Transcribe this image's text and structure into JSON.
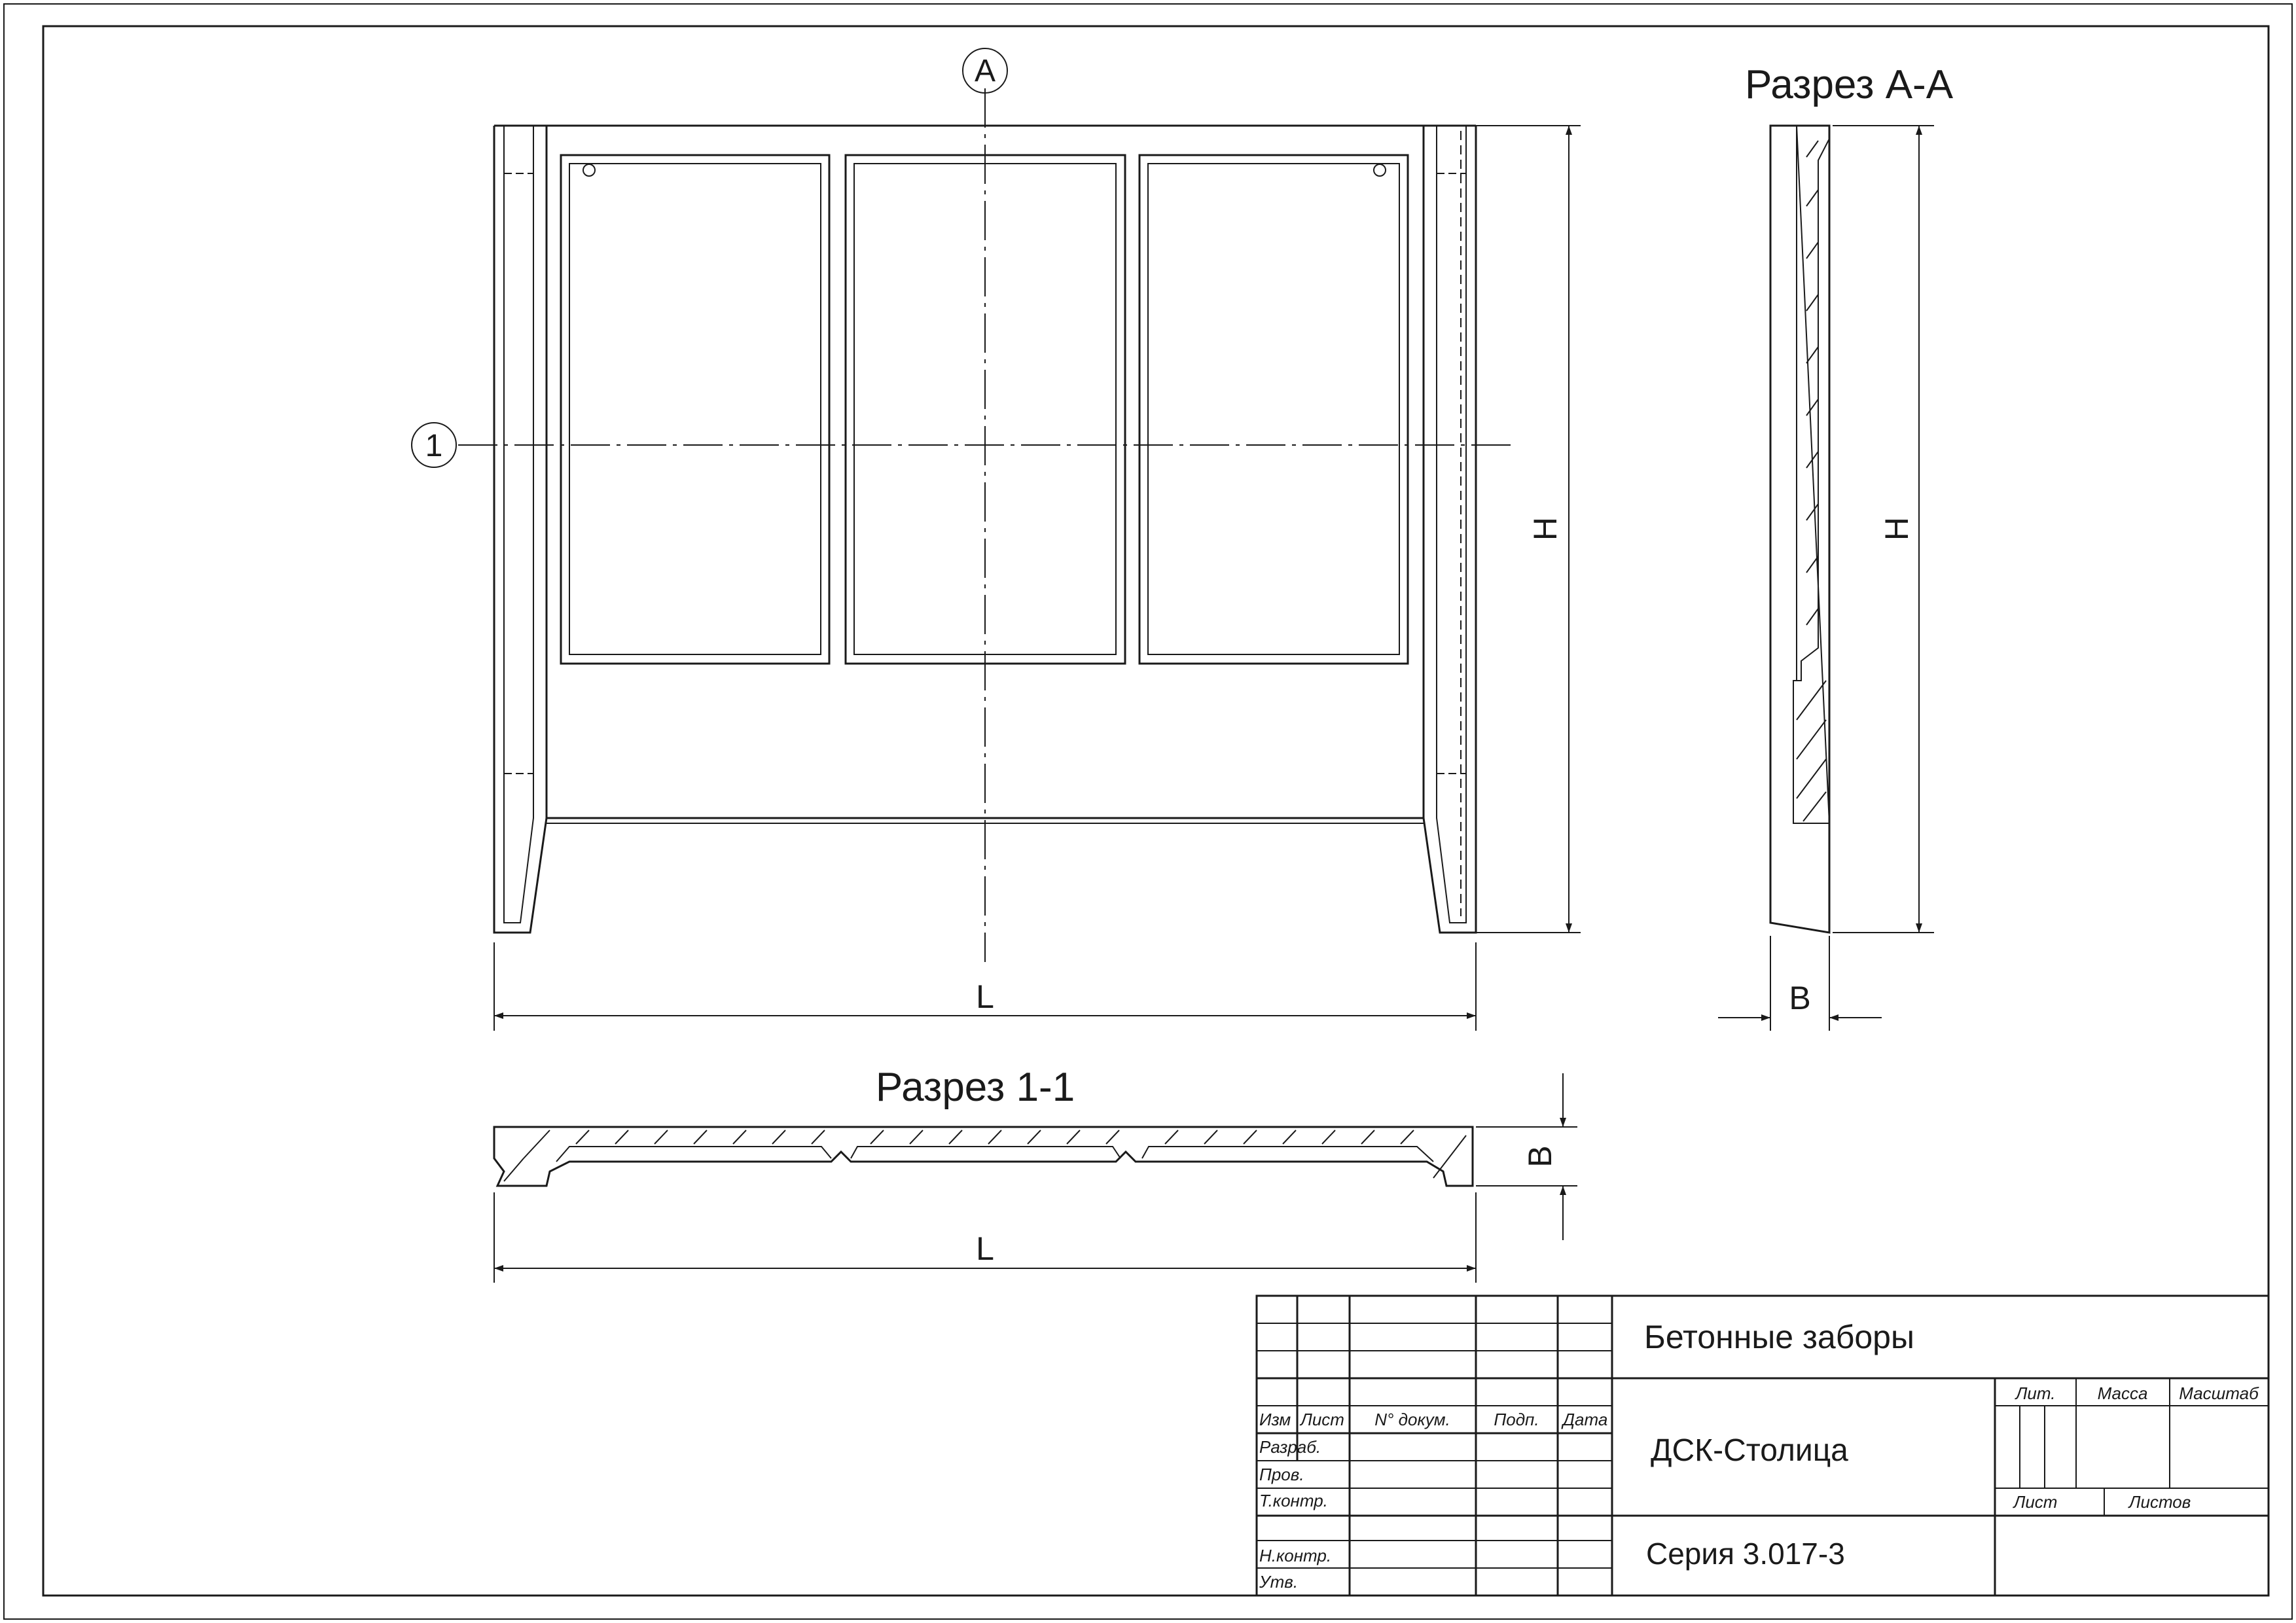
{
  "drawing": {
    "front_view": {
      "axis_A_marker": "A",
      "axis_1_marker": "1",
      "dim_height_label": "H",
      "dim_length_label": "L"
    },
    "section_AA": {
      "title": "Разрез А-А",
      "dim_height_label": "H",
      "dim_width_label": "B"
    },
    "section_11": {
      "title": "Разрез 1-1",
      "dim_width_label": "B",
      "dim_length_label": "L"
    }
  },
  "title_block": {
    "headers": {
      "izm": "Изм",
      "list": "Лист",
      "doc_no": "N° докум.",
      "podp": "Подп.",
      "data": "Дата"
    },
    "rows": {
      "razrab": "Разраб.",
      "prov": "Пров.",
      "tkontr": "Т.контр.",
      "nkontr": "Н.контр.",
      "utv": "Утв."
    },
    "document_title": "Бетонные заборы",
    "organization": "ДСК-Столица",
    "series": "Серия 3.017-3",
    "lit_label": "Лит.",
    "mass_label": "Масса",
    "scale_label": "Масштаб",
    "sheet_label": "Лист",
    "sheets_label": "Листов"
  }
}
